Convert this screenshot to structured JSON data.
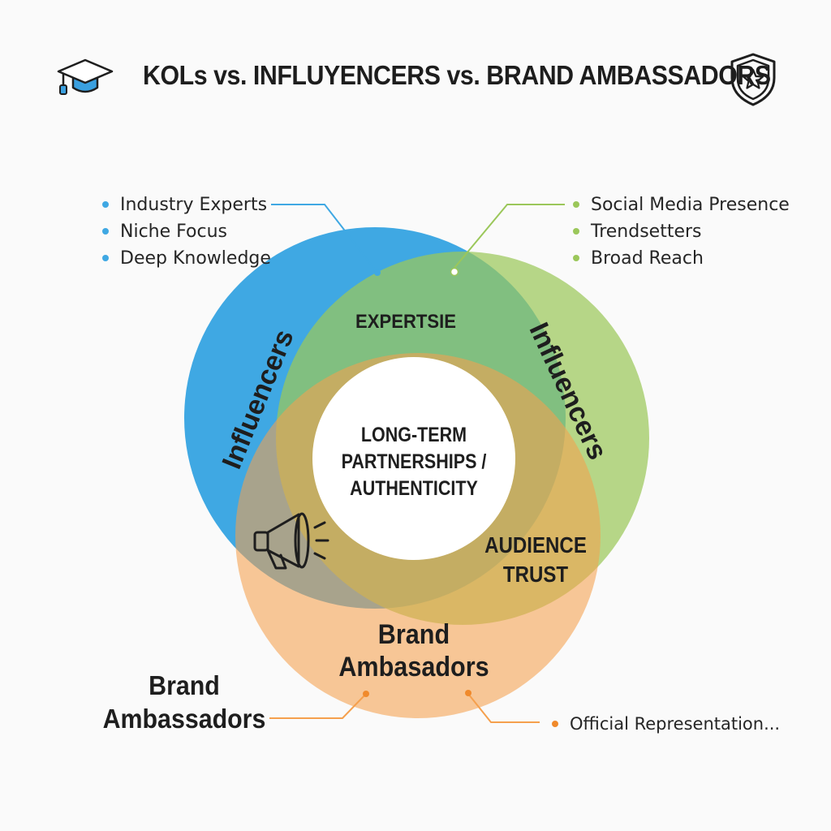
{
  "title": "KOLs vs. INFLUYENCERS vs. BRAND AMBASSADORS",
  "icons": {
    "title_left": "graduation-cap-icon",
    "title_right": "shield-star-icon",
    "center_left": "megaphone-icon"
  },
  "colors": {
    "blue": "#3fa8e3",
    "green": "#9bc75a",
    "orange": "#f5a04d",
    "text": "#1e1e1e"
  },
  "left_list": {
    "items": [
      "Industry Experts",
      "Niche Focus",
      "Deep Knowledge"
    ]
  },
  "right_list": {
    "items": [
      "Social Media Presence",
      "Trendsetters",
      "Broad Reach"
    ]
  },
  "circles": {
    "left": "Influencers",
    "right": "Influencers",
    "bottom_line1": "Brand",
    "bottom_line2": "Ambasadors"
  },
  "overlaps": {
    "top": "EXPERTSIE",
    "center_line1": "LONG-TERM",
    "center_line2": "PARTNERSHIPS /",
    "center_line3": "AUTHENTICITY",
    "right_line1": "AUDIENCE",
    "right_line2": "TRUST"
  },
  "bottom_left": {
    "line1": "Brand",
    "line2": "Ambassadors"
  },
  "bottom_right": {
    "item": "Official Representation..."
  }
}
